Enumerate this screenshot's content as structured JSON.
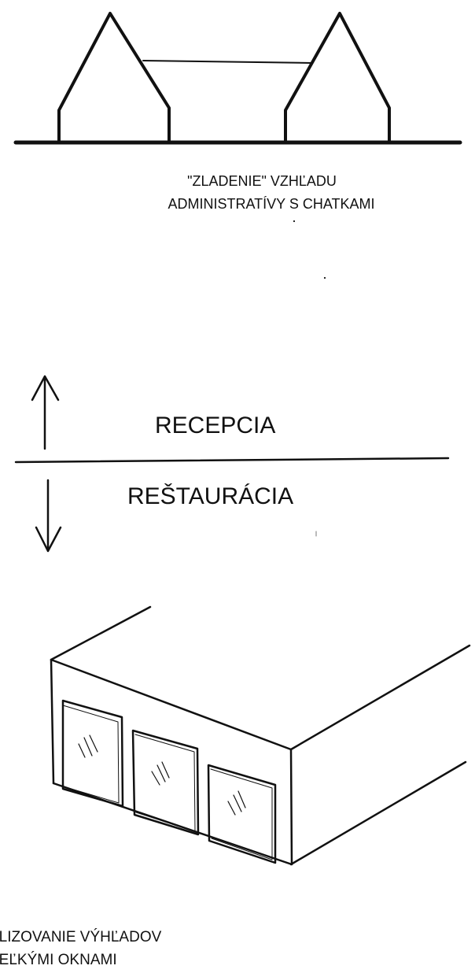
{
  "top_section": {
    "caption_line1": "\"ZLADENIE\" VZHĽADU",
    "caption_line2": "ADMINISTRATÍVY S CHATKAMI"
  },
  "divider": {
    "label_above": "RECEPCIA",
    "label_below": "REŠTAURÁCIA"
  },
  "bottom_section": {
    "caption_line1": "ALIZOVANIE VÝHĽADOV",
    "caption_line2": "VEĽKÝMI OKNAMI"
  },
  "colors": {
    "ink": "#111111",
    "background": "#ffffff"
  }
}
